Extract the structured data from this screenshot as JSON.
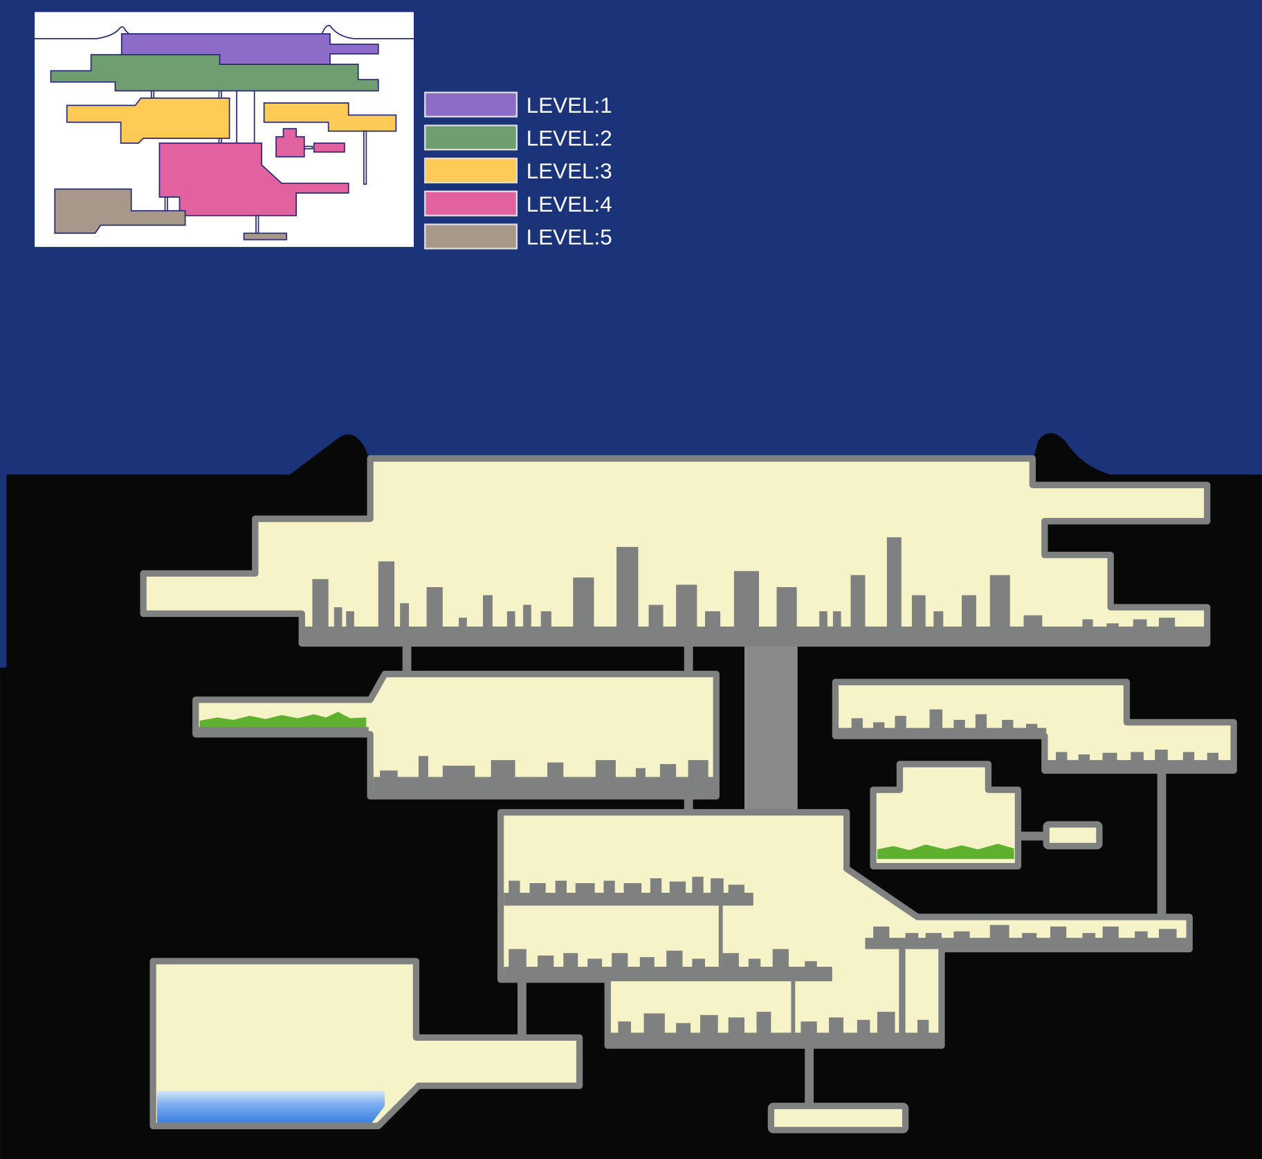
{
  "legend": {
    "items": [
      {
        "label": "LEVEL:1",
        "color": "#8d6cc9"
      },
      {
        "label": "LEVEL:2",
        "color": "#6f9e70"
      },
      {
        "label": "LEVEL:3",
        "color": "#fdcb55"
      },
      {
        "label": "LEVEL:4",
        "color": "#e2619f"
      },
      {
        "label": "LEVEL:5",
        "color": "#a8988a"
      }
    ]
  },
  "colors": {
    "sky": "#1b3379",
    "ground": "#080808",
    "room_fill": "#f6f3c9",
    "wall": "#7f8080",
    "grass": "#5fb02f",
    "water": "#4a8ee8"
  }
}
